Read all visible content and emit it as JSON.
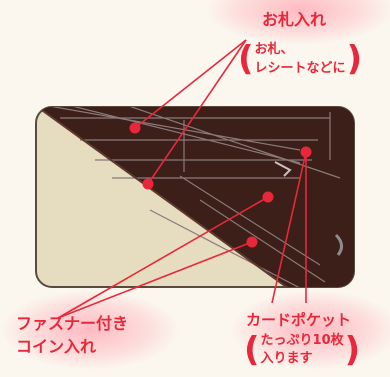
{
  "callouts": {
    "bill_slot": {
      "label": "お札入れ",
      "note_lines": [
        "お札、",
        "レシートなどに"
      ]
    },
    "coin_purse": {
      "label_lines": [
        "ファスナー付き",
        "コイン入れ"
      ]
    },
    "card_pocket": {
      "label": "カードポケット",
      "note_lines": [
        "たっぷり10枚",
        "入ります"
      ]
    }
  },
  "colors": {
    "label_red": "#e8283a",
    "wallet_brown": "#3b1f18",
    "lining_beige": "#e6dcc0",
    "highlight_pink": "#ffafb9",
    "background": "#fbf7ef"
  }
}
